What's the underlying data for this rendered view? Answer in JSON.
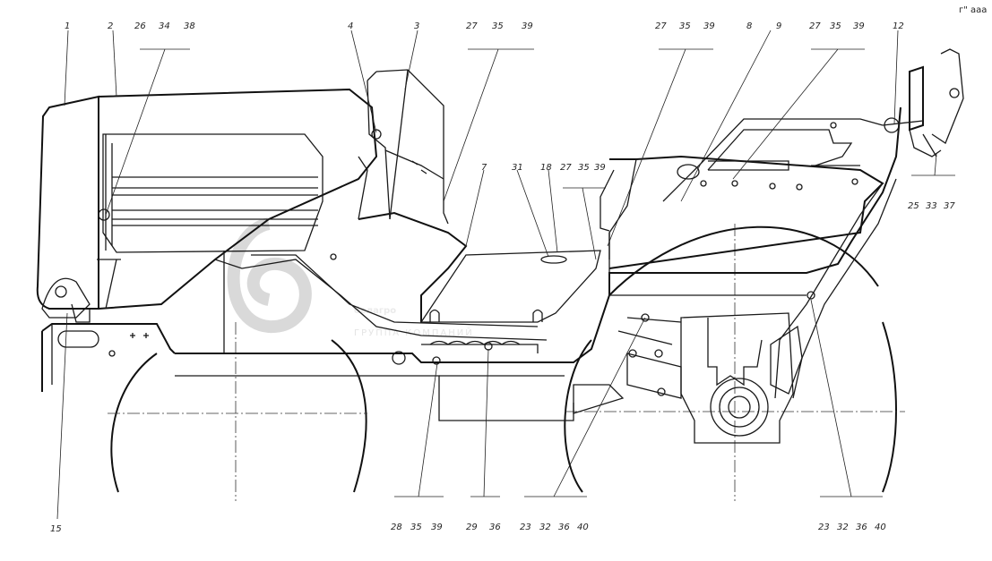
{
  "diagram": {
    "corner_mark": "г\" ааа",
    "watermark": {
      "logo_text": "белагро",
      "subtitle": "ГРУППА КОМПАНИЙ"
    },
    "callouts": {
      "c1": "1",
      "c2": "2",
      "c26_34_38": [
        "26",
        "34",
        "38"
      ],
      "c4": "4",
      "c3": "3",
      "c27_35_39_a": [
        "27",
        "35",
        "39"
      ],
      "c27_35_39_b": [
        "27",
        "35",
        "39"
      ],
      "c8": "8",
      "c9": "9",
      "c27_35_39_c": [
        "27",
        "35",
        "39"
      ],
      "c12": "12",
      "c7": "7",
      "c31": "31",
      "c18": "18",
      "c27_35_39_d": [
        "27",
        "35",
        "39"
      ],
      "c25_33_37": [
        "25",
        "33",
        "37"
      ],
      "c15": "15",
      "c28_35_39": [
        "28",
        "35",
        "39"
      ],
      "c29_36": [
        "29",
        "36"
      ],
      "c23_32_36_40_a": [
        "23",
        "32",
        "36",
        "40"
      ],
      "c23_32_36_40_b": [
        "23",
        "32",
        "36",
        "40"
      ]
    }
  }
}
